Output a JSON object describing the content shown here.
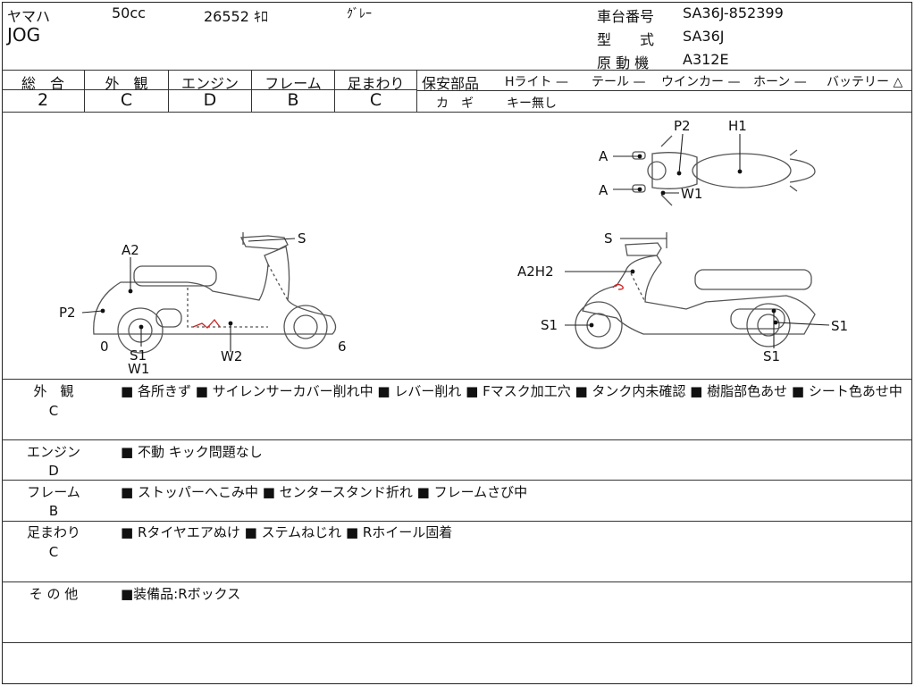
{
  "header": {
    "maker": "ヤマハ",
    "displacement": "50cc",
    "mileage": "26552 ｷﾛ",
    "color": "ｸﾞﾚｰ",
    "model": "JOG",
    "frame_no_label": "車台番号",
    "frame_no": "SA36J-852399",
    "type_label": "型　　式",
    "type": "SA36J",
    "engine_label": "原 動 機",
    "engine": "A312E"
  },
  "grades": {
    "overall_label": "総　合",
    "overall": "2",
    "exterior_label": "外　観",
    "exterior": "C",
    "engine_label": "エンジン",
    "engine": "D",
    "frame_label": "フレーム",
    "frame": "B",
    "suspension_label": "足まわり",
    "suspension": "C"
  },
  "safety": {
    "label": "保安部品",
    "headlight": "Hライト —",
    "taillight": "テール —",
    "winker": "ウインカー —",
    "horn": "ホーン —",
    "battery": "バッテリー △",
    "key_label": "カ　ギ",
    "key": "キー無し"
  },
  "diagram": {
    "left": {
      "A2": "A2",
      "P2": "P2",
      "S": "S",
      "zero": "0",
      "six": "6",
      "S1": "S1",
      "W1": "W1",
      "W2": "W2"
    },
    "top": {
      "P2": "P2",
      "H1": "H1",
      "A_top": "A",
      "A_bottom": "A",
      "W1": "W1"
    },
    "right": {
      "S": "S",
      "A2H2": "A2H2",
      "S1_left": "S1",
      "S1_right": "S1",
      "S1_bottom": "S1"
    }
  },
  "remarks": {
    "exterior": {
      "label": "外　観",
      "grade": "C",
      "text": "■ 各所きず ■ サイレンサーカバー削れ中 ■ レバー削れ ■ Fマスク加工穴 ■ タンク内未確認 ■ 樹脂部色あせ ■ シート色あせ中"
    },
    "engine": {
      "label": "エンジン",
      "grade": "D",
      "text": "■ 不動 キック問題なし"
    },
    "frame": {
      "label": "フレーム",
      "grade": "B",
      "text": "■ ストッパーへこみ中 ■ センタースタンド折れ ■ フレームさび中"
    },
    "suspension": {
      "label": "足まわり",
      "grade": "C",
      "text": "■ Rタイヤエアぬけ ■ ステムねじれ ■ Rホイール固着"
    },
    "other": {
      "label": "そ の 他",
      "text": "■装備品:Rボックス"
    }
  },
  "colors": {
    "line": "#333333",
    "mark": "#cc2222"
  }
}
